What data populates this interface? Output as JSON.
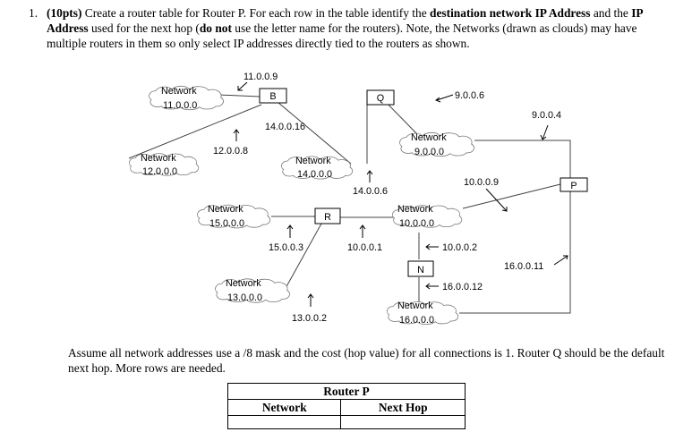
{
  "question": {
    "number": "1.",
    "points": "(10pts)",
    "text_1": " Create a router table for Router P. For each row in the table identify the ",
    "bold_1": "destination network IP Address",
    "text_2": " and the ",
    "bold_2": "IP Address",
    "text_3": " used for the next hop (",
    "bold_3": "do not",
    "text_4": " use the letter name for the routers). Note, the Networks (drawn as clouds) may have multiple routers in them so only select IP addresses directly tied to the routers as shown."
  },
  "diagram": {
    "clouds": [
      {
        "id": "n11",
        "title": "Network",
        "addr": "11.0.0.0"
      },
      {
        "id": "n12",
        "title": "Network",
        "addr": "12.0.0.0"
      },
      {
        "id": "n14",
        "title": "Network",
        "addr": "14.0.0.0"
      },
      {
        "id": "n9",
        "title": "Network",
        "addr": "9.0.0.0"
      },
      {
        "id": "n15",
        "title": "Network",
        "addr": "15.0.0.0"
      },
      {
        "id": "n10",
        "title": "Network",
        "addr": "10.0.0.0"
      },
      {
        "id": "n13",
        "title": "Network",
        "addr": "13.0.0.0"
      },
      {
        "id": "n16",
        "title": "Network",
        "addr": "16.0.0.0"
      }
    ],
    "routers": {
      "B": "B",
      "Q": "Q",
      "R": "R",
      "P": "P",
      "N": "N"
    },
    "labels": {
      "b_11": "11.0.0.9",
      "b_14": "14.0.0.16",
      "b_12": "12.0.0.8",
      "q_9": "9.0.0.6",
      "q_14": "14.0.0.6",
      "p_9": "9.0.0.4",
      "p_10": "10.0.0.9",
      "p_16": "16.0.0.11",
      "r_15": "15.0.0.3",
      "r_10": "10.0.0.1",
      "r_13": "13.0.0.2",
      "n_10": "10.0.0.2",
      "n_16": "16.0.0.12"
    }
  },
  "note": "Assume all network addresses use a /8 mask and the cost (hop value) for all connections is 1.  Router Q should be the default next hop. More rows are needed.",
  "table": {
    "title": "Router P",
    "col_network": "Network",
    "col_next_hop": "Next Hop"
  }
}
